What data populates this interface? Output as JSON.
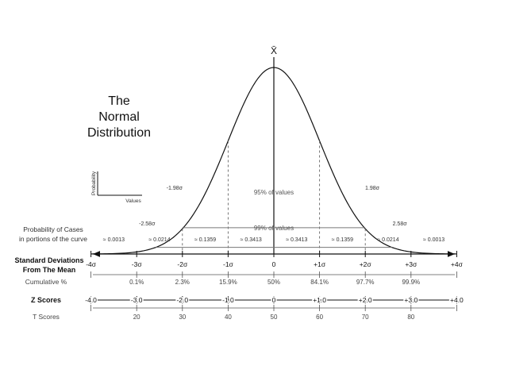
{
  "title": [
    "The",
    "Normal",
    "Distribution"
  ],
  "mean_symbol": "X̄",
  "inset": {
    "ylabel": "Probability",
    "xlabel": "Values"
  },
  "probability_row": {
    "label_line1": "Probability of Cases",
    "label_line2": "in portions of the curve",
    "values": [
      "≈ 0.0013",
      "≈ 0.0214",
      "≈ 0.1359",
      "≈ 0.3413",
      "≈ 0.3413",
      "≈ 0.1359",
      "≈ 0.0214",
      "≈ 0.0013"
    ]
  },
  "bands": [
    {
      "label": "95% of values",
      "left": "-1.98σ",
      "right": "1.98σ",
      "sigma": 1.98
    },
    {
      "label": "99% of values",
      "left": "-2.58σ",
      "right": "2.58σ",
      "sigma": 2.58
    }
  ],
  "sd_row": {
    "label_line1": "Standard Deviations",
    "label_line2": "From The Mean",
    "ticks": [
      "-4σ",
      "-3σ",
      "-2σ",
      "-1σ",
      "0",
      "+1σ",
      "+2σ",
      "+3σ",
      "+4σ"
    ]
  },
  "cumulative_row": {
    "label": "Cumulative %",
    "values": [
      "0.1%",
      "2.3%",
      "15.9%",
      "50%",
      "84.1%",
      "97.7%",
      "99.9%"
    ]
  },
  "z_row": {
    "label": "Z Scores",
    "values": [
      "-4.0",
      "-3.0",
      "-2.0",
      "-1.0",
      "0",
      "+1.0",
      "+2.0",
      "+3.0",
      "+4.0"
    ]
  },
  "t_row": {
    "label": "T Scores",
    "values": [
      "20",
      "30",
      "40",
      "50",
      "60",
      "70",
      "80"
    ]
  }
}
